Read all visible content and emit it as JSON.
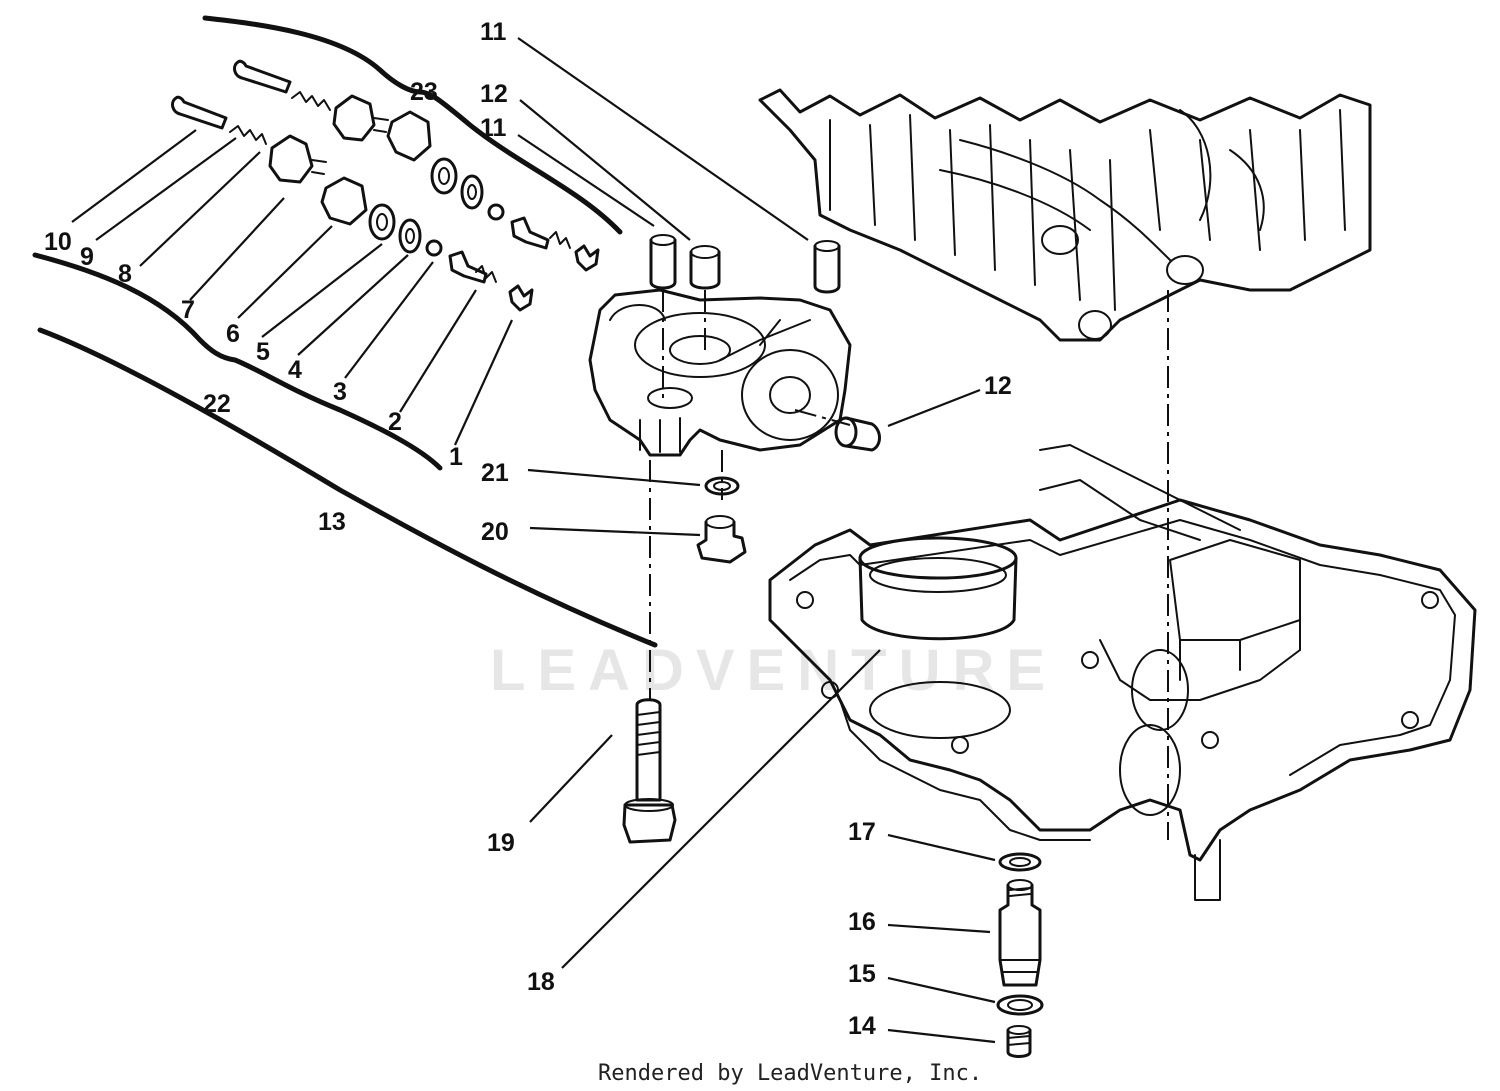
{
  "labels": {
    "n1": "1",
    "n2": "2",
    "n3": "3",
    "n4": "4",
    "n5": "5",
    "n6": "6",
    "n7": "7",
    "n8": "8",
    "n9": "9",
    "n10": "10",
    "n11a": "11",
    "n11b": "11",
    "n12a": "12",
    "n12b": "12",
    "n13": "13",
    "n14": "14",
    "n15": "15",
    "n16": "16",
    "n17": "17",
    "n18": "18",
    "n19": "19",
    "n20": "20",
    "n21": "21",
    "n22": "22",
    "n23": "23"
  },
  "watermark": "LEADVENTURE",
  "footer": "Rendered by LeadVenture, Inc."
}
